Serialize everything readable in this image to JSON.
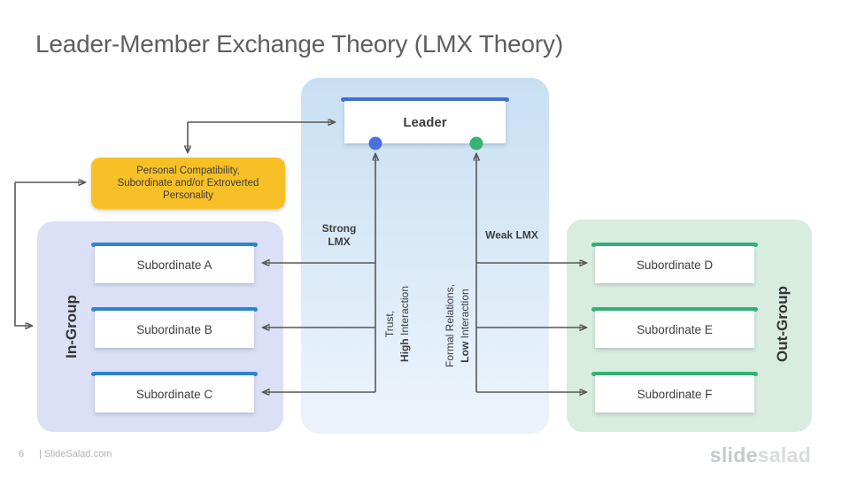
{
  "slide": {
    "title": "Leader-Member Exchange Theory (LMX Theory)",
    "page_number": "6",
    "footer_site": "| SlideSalad.com",
    "brand": {
      "part1": "slide",
      "part2": "salad"
    }
  },
  "leader": {
    "label": "Leader"
  },
  "factor_box": {
    "lines": [
      "Personal Compatibility,",
      "Subordinate and/or Extroverted",
      "Personality"
    ]
  },
  "in_group": {
    "label": "In-Group",
    "members": [
      "Subordinate A",
      "Subordinate B",
      "Subordinate C"
    ]
  },
  "out_group": {
    "label": "Out-Group",
    "members": [
      "Subordinate D",
      "Subordinate E",
      "Subordinate F"
    ]
  },
  "relations": {
    "strong": "Strong LMX",
    "weak": "Weak LMX",
    "trust": {
      "line1": "Trust,",
      "bold": "High",
      "rest": " Interaction"
    },
    "formal": {
      "line1": "Formal Relations,",
      "bold": "Low",
      "rest": " Interaction"
    }
  },
  "colors": {
    "leader_bar": "#4471CE",
    "dot_blue": "#4A6FE0",
    "dot_green": "#36B36E",
    "bar_blue": "#2E86D2",
    "bar_green": "#2FB378",
    "factor_bg": "#F7C027",
    "panel_center_top": "#C8DFF3",
    "panel_center_bottom": "#EAF3FB",
    "panel_in": "#DBE0F7",
    "panel_out": "#D8ECDF",
    "line": "#575757"
  }
}
